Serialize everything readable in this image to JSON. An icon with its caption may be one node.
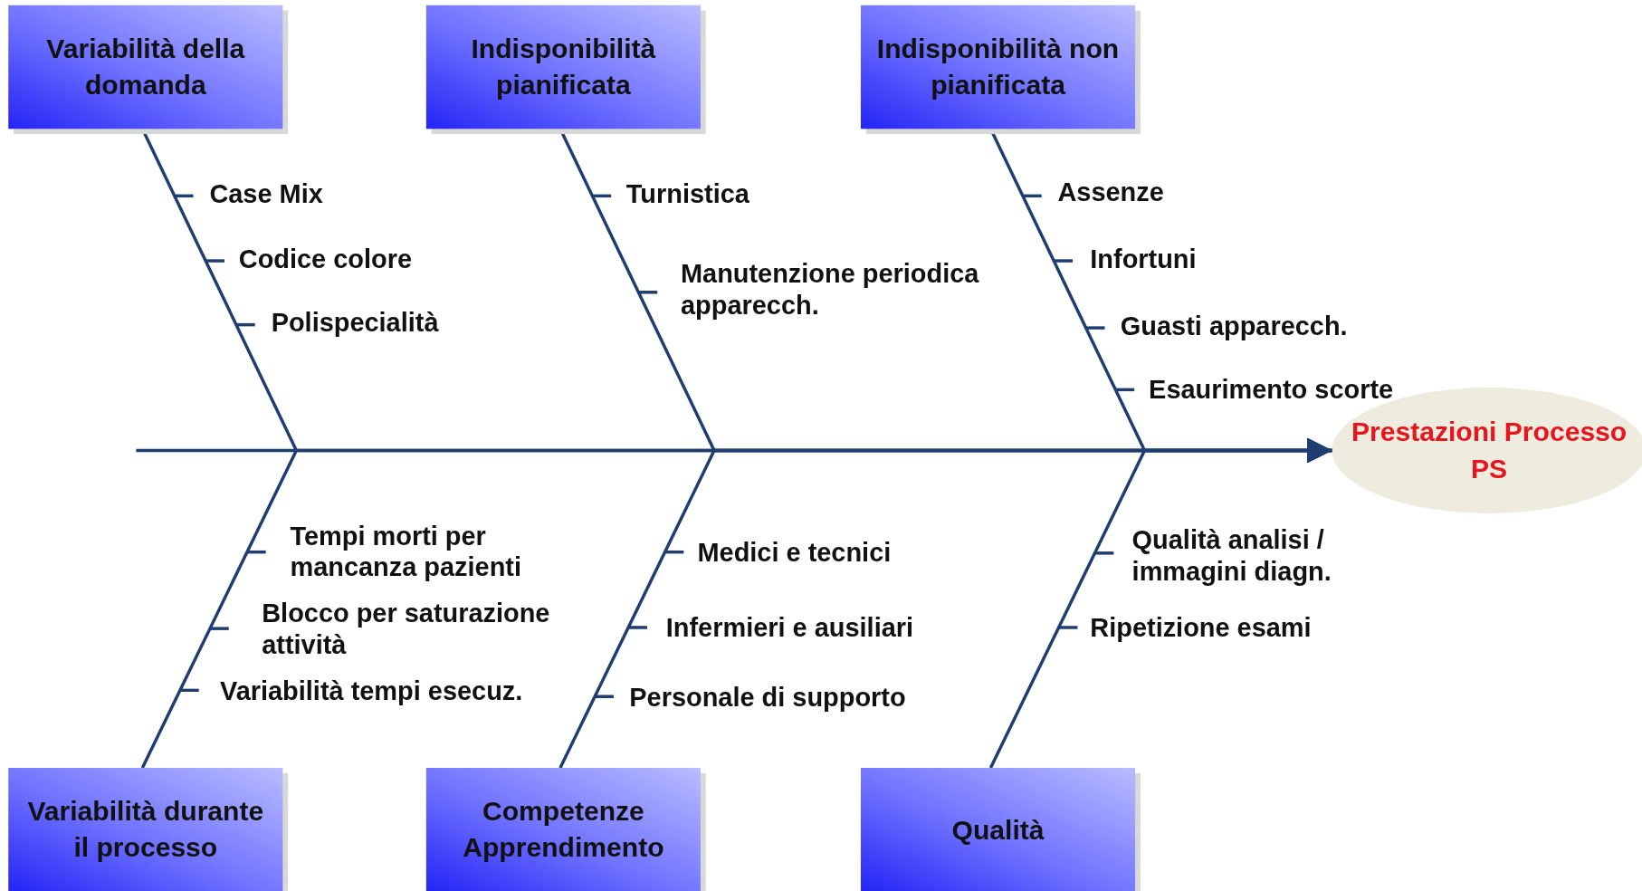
{
  "diagram": {
    "nodes": [
      {
        "text": [
          "Variabilità della domanda"
        ]
      },
      {
        "text": [
          "Indisponibilità pianificata"
        ]
      },
      {
        "text": [
          "Indisponibilità non pianificata"
        ]
      },
      {
        "text": [
          "Prestazioni Processo PS"
        ]
      },
      {
        "text": [
          "Variabilità durante il processo"
        ]
      },
      {
        "text": [
          "Competenze Apprendimento"
        ]
      },
      {
        "text": [
          "Qualità"
        ]
      }
    ],
    "edges": [
      {
        "from": 0,
        "to": 3,
        "arrow": "to"
      },
      {
        "from": 1,
        "to": 3,
        "arrow": "to"
      },
      {
        "from": 2,
        "to": 3,
        "arrow": "to"
      },
      {
        "from": 4,
        "to": 3,
        "arrow": "to"
      },
      {
        "from": 5,
        "to": 3,
        "arrow": "to"
      },
      {
        "from": 6,
        "to": 3,
        "arrow": "to"
      }
    ],
    "labels": [
      "Case Mix",
      "Codice colore",
      "Polispecialità",
      "Turnistica",
      "Manutenzione periodica apparecch.",
      "Assenze",
      "Infortuni",
      "Guasti apparecch.",
      "Esaurimento scorte",
      "Tempi morti per mancanza pazienti",
      "Blocco per saturazione attività",
      "Variabilità tempi esecuz.",
      "Medici e tecnici",
      "Infermieri e ausiliari",
      "Personale di supporto",
      "Qualità analisi / immagini diagn.",
      "Ripetizione esami"
    ]
  }
}
